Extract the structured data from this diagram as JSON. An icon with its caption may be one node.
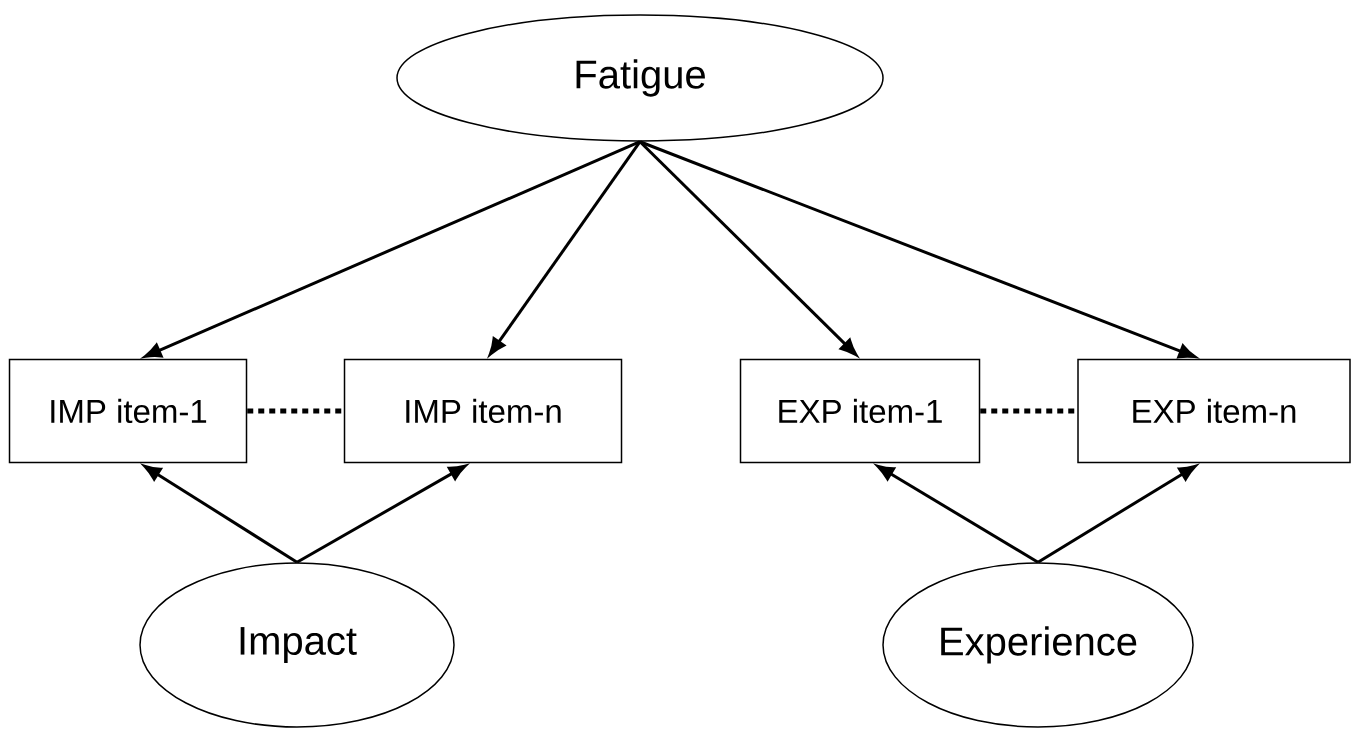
{
  "diagram": {
    "nodes": [
      {
        "text": [
          "Fatigue"
        ]
      },
      {
        "text": [
          "IMP item-1"
        ]
      },
      {
        "text": [
          "IMP item-n"
        ]
      },
      {
        "text": [
          "EXP item-1"
        ]
      },
      {
        "text": [
          "EXP item-n"
        ]
      },
      {
        "text": [
          "Impact"
        ]
      },
      {
        "text": [
          "Experience"
        ]
      }
    ],
    "edges": [
      {
        "from": 0,
        "to": 1,
        "arrow": "to"
      },
      {
        "from": 0,
        "to": 2,
        "arrow": "to"
      },
      {
        "from": 0,
        "to": 3,
        "arrow": "to"
      },
      {
        "from": 0,
        "to": 4,
        "arrow": "to"
      },
      {
        "from": 1,
        "to": 2,
        "arrow": "none",
        "style": "dashed"
      },
      {
        "from": 3,
        "to": 4,
        "arrow": "none",
        "style": "dashed"
      },
      {
        "from": 5,
        "to": 1,
        "arrow": "to"
      },
      {
        "from": 5,
        "to": 2,
        "arrow": "to"
      },
      {
        "from": 6,
        "to": 3,
        "arrow": "to"
      },
      {
        "from": 6,
        "to": 4,
        "arrow": "to"
      }
    ]
  }
}
